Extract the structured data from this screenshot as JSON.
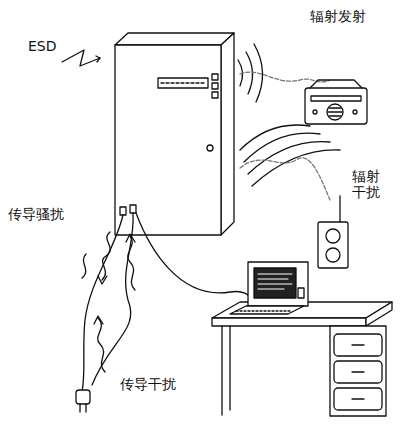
{
  "diagram": {
    "labels": [
      "ESD",
      "辐射发射",
      "辐射干扰",
      "传导骚扰",
      "传导干扰"
    ]
  }
}
